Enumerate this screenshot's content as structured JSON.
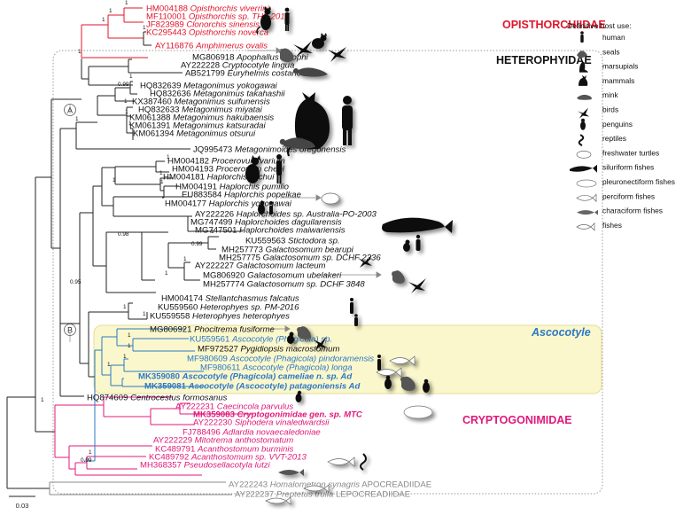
{
  "colors": {
    "opisthorchiidae": "#e0162b",
    "cryptogonimidae": "#e0187a",
    "ascocotyle": "#2b78c5",
    "outgroup": "#888888",
    "branch": "#222222",
    "ascocotyle_box": "#fbf7cc",
    "ascocotyle_box_border": "#e3dc96"
  },
  "families": {
    "opisthorchiidae": "OPISTHORCHIIDAE",
    "heterophyidae": "HETEROPHYIDAE",
    "ascocotyle": "Ascocotyle",
    "cryptogonimidae": "CRYPTOGONIMIDAE"
  },
  "node_labels": {
    "a": "A",
    "b": "B"
  },
  "scale_bar": {
    "label": "0.03"
  },
  "legend": {
    "title": "Definitive host use:",
    "items": [
      {
        "label": "human",
        "icon": "human-icon"
      },
      {
        "label": "seals",
        "icon": "seal-icon"
      },
      {
        "label": "marsupials",
        "icon": "marsupial-icon"
      },
      {
        "label": "mammals",
        "icon": "mammal-icon"
      },
      {
        "label": "mink",
        "icon": "mink-icon"
      },
      {
        "label": "birds",
        "icon": "bird-icon"
      },
      {
        "label": "penguins",
        "icon": "penguin-icon"
      },
      {
        "label": "reptiles",
        "icon": "snake-icon"
      },
      {
        "label": "freshwater turtles",
        "icon": "turtle-icon"
      },
      {
        "label": "siluriform fishes",
        "icon": "catfish-icon"
      },
      {
        "label": "pleuronectiform fishes",
        "icon": "flatfish-icon"
      },
      {
        "label": "perciform fishes",
        "icon": "perch-icon"
      },
      {
        "label": "characiform fishes",
        "icon": "characin-icon"
      },
      {
        "label": "fishes",
        "icon": "fish-outline-icon"
      }
    ]
  },
  "taxa": [
    {
      "acc": "HM004188",
      "name": "Opisthorchis viverrini",
      "group": "opisthorchiidae"
    },
    {
      "acc": "MF110001",
      "name": "Opisthorchis sp. THL-2017",
      "group": "opisthorchiidae"
    },
    {
      "acc": "JF823989",
      "name": "Clonorchis sinensis",
      "group": "opisthorchiidae"
    },
    {
      "acc": "KC295443",
      "name": "Opisthorchis noverca",
      "group": "opisthorchiidae"
    },
    {
      "acc": "AY116876",
      "name": "Amphimerus ovalis",
      "group": "opisthorchiidae"
    },
    {
      "acc": "MG806918",
      "name": "Apophallus zalophi",
      "group": "heterophyidae"
    },
    {
      "acc": "AY222228",
      "name": "Cryptocotyle lingua",
      "group": "heterophyidae"
    },
    {
      "acc": "AB521799",
      "name": "Euryhelmis costaricensis",
      "group": "heterophyidae"
    },
    {
      "acc": "HQ832639",
      "name": "Metagonimus yokogawai",
      "group": "heterophyidae"
    },
    {
      "acc": "HQ832636",
      "name": "Metagonimus takahashii",
      "group": "heterophyidae"
    },
    {
      "acc": "KX387460",
      "name": "Metagonimus suifunensis",
      "group": "heterophyidae"
    },
    {
      "acc": "HQ832633",
      "name": "Metagonimus miyatai",
      "group": "heterophyidae"
    },
    {
      "acc": "KM061388",
      "name": "Metagonimus hakubaensis",
      "group": "heterophyidae"
    },
    {
      "acc": "KM061391",
      "name": "Metagonimus katsuradai",
      "group": "heterophyidae"
    },
    {
      "acc": "KM061394",
      "name": "Metagonimus otsurui",
      "group": "heterophyidae"
    },
    {
      "acc": "JQ995473",
      "name": "Metagonimoides oregonensis",
      "group": "heterophyidae"
    },
    {
      "acc": "HM004182",
      "name": "Procerovum varium",
      "group": "heterophyidae"
    },
    {
      "acc": "HM004193",
      "name": "Procerovum cheni",
      "group": "heterophyidae"
    },
    {
      "acc": "HM004181",
      "name": "Haplorchis taichui",
      "group": "heterophyidae"
    },
    {
      "acc": "HM004191",
      "name": "Haplorchis pumilio",
      "group": "heterophyidae"
    },
    {
      "acc": "EU883584",
      "name": "Haplorchis popelkae",
      "group": "heterophyidae"
    },
    {
      "acc": "HM004177",
      "name": "Haplorchis yokogawai",
      "group": "heterophyidae"
    },
    {
      "acc": "AY222226",
      "name": "Haplorchoides sp. Australia-PO-2003",
      "group": "heterophyidae"
    },
    {
      "acc": "MG747499",
      "name": "Haplorchoides daguilarensis",
      "group": "heterophyidae"
    },
    {
      "acc": "MG747501",
      "name": "Haplorchoides maiwariensis",
      "group": "heterophyidae"
    },
    {
      "acc": "KU559563",
      "name": "Stictodora sp.",
      "group": "heterophyidae"
    },
    {
      "acc": "MH257773",
      "name": "Galactosomum bearupi",
      "group": "heterophyidae"
    },
    {
      "acc": "MH257775",
      "name": "Galactosomum sp. DCHF 2336",
      "group": "heterophyidae"
    },
    {
      "acc": "AY222227",
      "name": "Galactosomum lacteum",
      "group": "heterophyidae"
    },
    {
      "acc": "MG806920",
      "name": "Galactosomum ubelakeri",
      "group": "heterophyidae"
    },
    {
      "acc": "MH257774",
      "name": "Galactosomum sp. DCHF 3848",
      "group": "heterophyidae"
    },
    {
      "acc": "HM004174",
      "name": "Stellantchasmus falcatus",
      "group": "heterophyidae"
    },
    {
      "acc": "KU559560",
      "name": "Heterophyes sp. PM-2016",
      "group": "heterophyidae"
    },
    {
      "acc": "KU559558",
      "name": "Heterophyes heterophyes",
      "group": "heterophyidae"
    },
    {
      "acc": "MG806921",
      "name": "Phocitrema fusiforme",
      "group": "heterophyidae"
    },
    {
      "acc": "KU559561",
      "name": "Ascocotyle (Phagicola) sp.",
      "group": "ascocotyle"
    },
    {
      "acc": "MF972527",
      "name": "Pygidiopsis macrostomum",
      "group": "heterophyidae"
    },
    {
      "acc": "MF980609",
      "name": "Ascocotyle (Phagicola) pindoramensis",
      "group": "ascocotyle"
    },
    {
      "acc": "MF980611",
      "name": "Ascocotyle (Phagicola) longa",
      "group": "ascocotyle"
    },
    {
      "acc": "MK359080",
      "name": "Ascocotyle (Phagicola) cameliae n. sp. Ad",
      "group": "ascocotyle",
      "bold": true
    },
    {
      "acc": "MK359081",
      "name": "Ascocotyle (Ascocotyle) patagoniensis Ad",
      "group": "ascocotyle",
      "bold": true
    },
    {
      "acc": "HQ874609",
      "name": "Centrocestus formosanus",
      "group": "heterophyidae"
    },
    {
      "acc": "AY222231",
      "name": "Caecincola parvulus",
      "group": "cryptogonimidae"
    },
    {
      "acc": "MK359083",
      "name": "Cryptogonimidae gen. sp. MTC",
      "group": "cryptogonimidae",
      "bold": true
    },
    {
      "acc": "AY222230",
      "name": "Siphodera vinaledwardsii",
      "group": "cryptogonimidae"
    },
    {
      "acc": "FJ788496",
      "name": "Adlardia novaecaledoniae",
      "group": "cryptogonimidae"
    },
    {
      "acc": "AY222229",
      "name": "Mitotrema anthostomatum",
      "group": "cryptogonimidae"
    },
    {
      "acc": "KC489791",
      "name": "Acanthostomum burminis",
      "group": "cryptogonimidae"
    },
    {
      "acc": "KC489792",
      "name": "Acanthostomum sp. VVT-2013",
      "group": "cryptogonimidae"
    },
    {
      "acc": "MH368357",
      "name": "Pseudosellacotyla lutzi",
      "group": "cryptogonimidae"
    },
    {
      "acc": "AY222243",
      "name": "Homalometron synagris",
      "group": "outgroup",
      "family": "APOCREADIIDAE"
    },
    {
      "acc": "AY222237",
      "name": "Preptetus trulla",
      "group": "outgroup",
      "family": "LEPOCREADIIDAE"
    }
  ],
  "supports": [
    {
      "label": "1"
    },
    {
      "label": "1"
    },
    {
      "label": "1"
    },
    {
      "label": "1"
    },
    {
      "label": "1"
    },
    {
      "label": "0.99"
    },
    {
      "label": "1"
    },
    {
      "label": "1"
    },
    {
      "label": "1"
    },
    {
      "label": "1"
    },
    {
      "label": "1"
    },
    {
      "label": "1"
    },
    {
      "label": "1"
    },
    {
      "label": "1"
    },
    {
      "label": "1"
    },
    {
      "label": "0.98"
    },
    {
      "label": "1"
    },
    {
      "label": "0.99"
    },
    {
      "label": "1"
    },
    {
      "label": "1"
    },
    {
      "label": "0.95"
    },
    {
      "label": "1"
    },
    {
      "label": "1"
    },
    {
      "label": "1"
    },
    {
      "label": "1"
    },
    {
      "label": "1"
    },
    {
      "label": "1"
    },
    {
      "label": "1"
    },
    {
      "label": "0.99"
    },
    {
      "label": "1"
    }
  ]
}
